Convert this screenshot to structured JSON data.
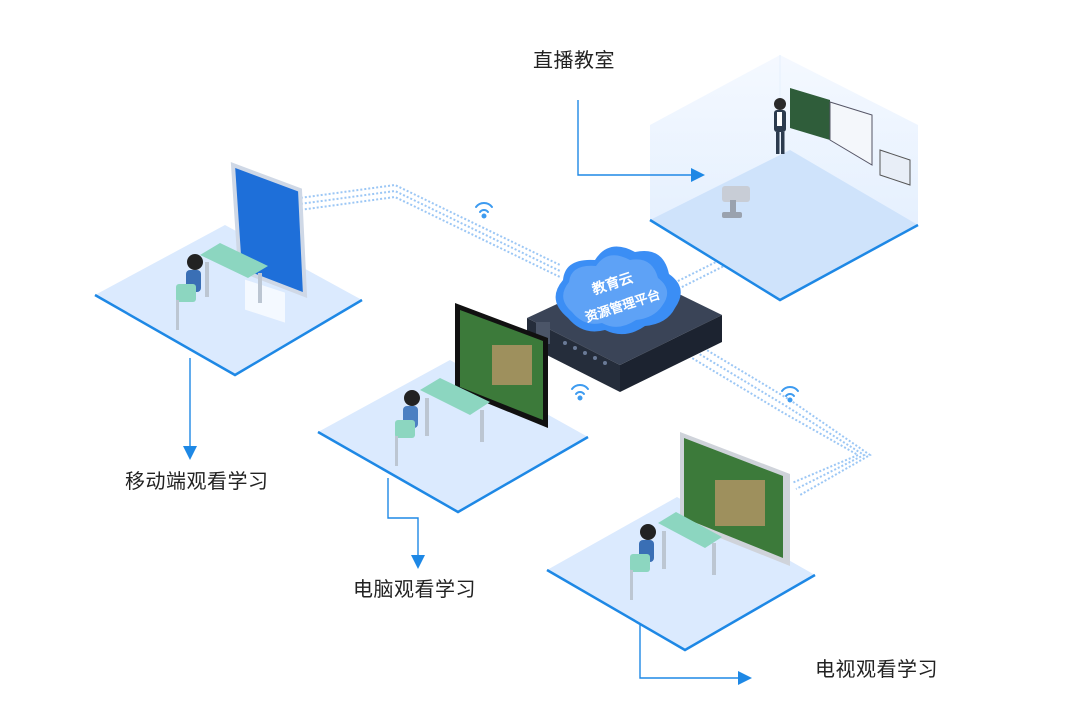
{
  "labels": {
    "live_classroom": "直播教室",
    "mobile": "移动端观看学习",
    "pc": "电脑观看学习",
    "tv": "电视观看学习"
  },
  "cloud": {
    "line1": "教育云",
    "line2": "资源管理平台"
  },
  "colors": {
    "platform_fill": "#dbeafe",
    "platform_edge": "#1e88e5",
    "arrow": "#1e88e5",
    "server_body": "#2b3445",
    "cloud": "#3b8ef5",
    "wifi": "#3d9bf0",
    "desk_green": "#8cd6c0",
    "board_green": "#2f5d3a"
  },
  "icons": [
    "wifi-icon",
    "camera-icon",
    "cloud-icon",
    "server-icon",
    "teacher-icon",
    "student-icon",
    "tablet-icon",
    "monitor-icon",
    "tv-icon"
  ]
}
